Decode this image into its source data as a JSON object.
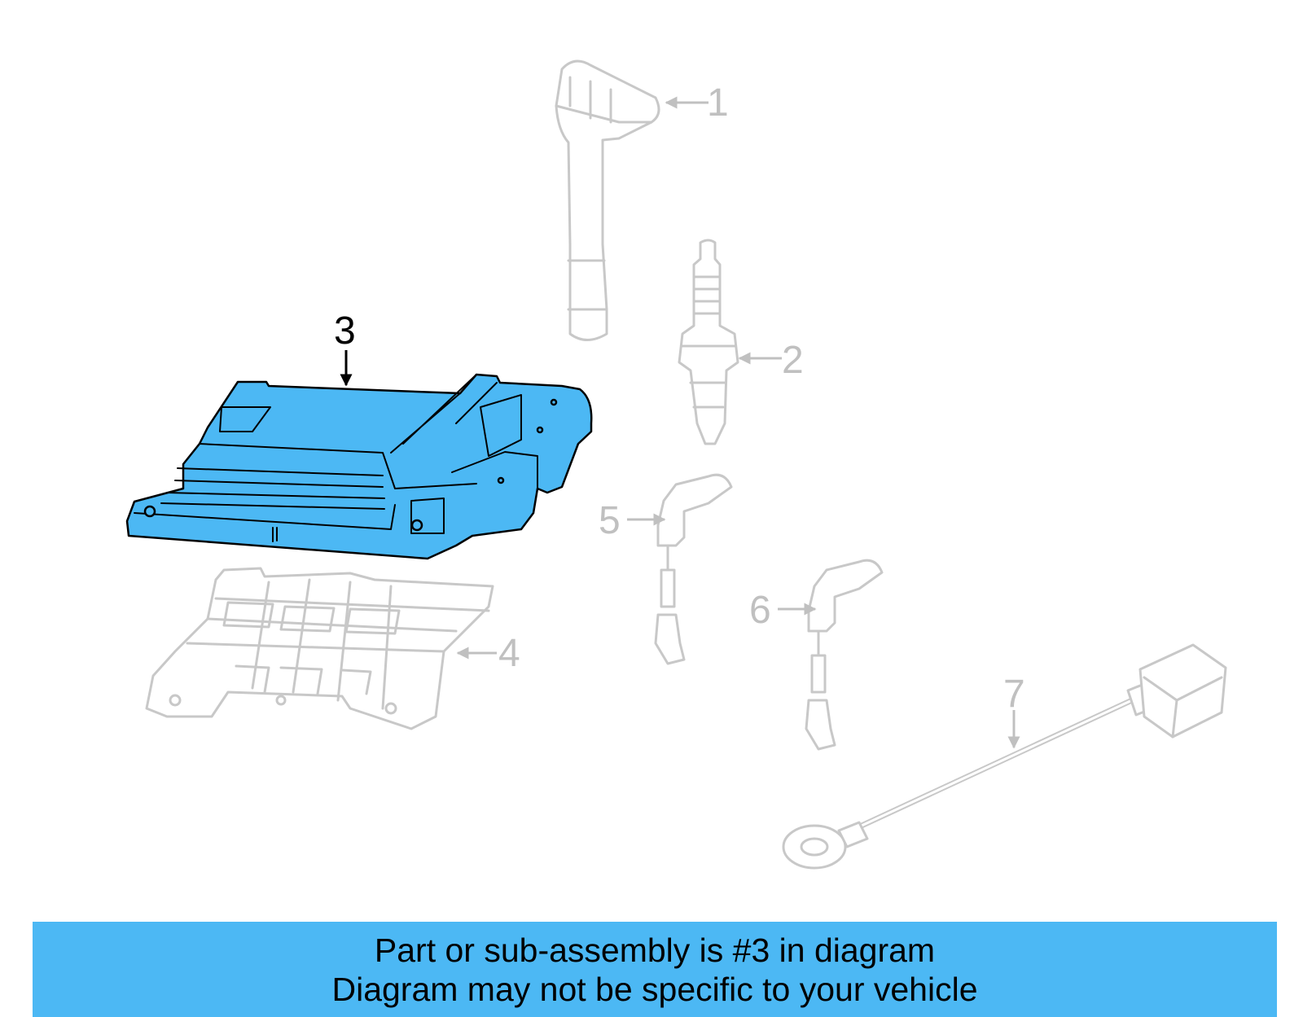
{
  "diagram": {
    "highlight_color": "#4cb8f4",
    "ghost_color": "#c8c8c8",
    "active_callout": "3",
    "callouts": [
      {
        "id": "1",
        "label": "1"
      },
      {
        "id": "2",
        "label": "2"
      },
      {
        "id": "3",
        "label": "3"
      },
      {
        "id": "4",
        "label": "4"
      },
      {
        "id": "5",
        "label": "5"
      },
      {
        "id": "6",
        "label": "6"
      },
      {
        "id": "7",
        "label": "7"
      }
    ]
  },
  "banner": {
    "background": "#4cb8f4",
    "line1": "Part or sub-assembly is #3 in diagram",
    "line2": "Diagram may not be specific to your vehicle"
  }
}
